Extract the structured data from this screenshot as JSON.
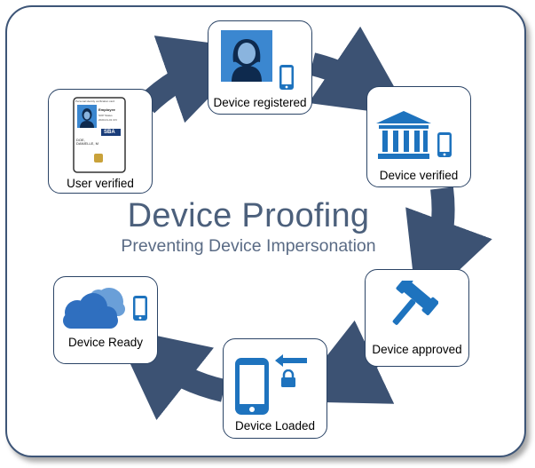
{
  "diagram": {
    "title": "Device Proofing",
    "subtitle": "Preventing Device Impersonation",
    "steps": [
      {
        "label": "Device registered",
        "icon": "user-portrait-phone-icon"
      },
      {
        "label": "Device verified",
        "icon": "bank-building-phone-icon"
      },
      {
        "label": "Device approved",
        "icon": "gavel-icon"
      },
      {
        "label": "Device Loaded",
        "icon": "phone-lock-arrow-icon"
      },
      {
        "label": "Device Ready",
        "icon": "cloud-phone-icon"
      },
      {
        "label": "User verified",
        "icon": "id-badge-icon"
      }
    ],
    "id_card": {
      "header": "Personal identity verification card",
      "org": "Employee",
      "sub1": "SOP Status",
      "sub2": "2020-01-01 CIV",
      "logo": "SBA",
      "name": "DOE,\nDANIELLE, M"
    },
    "colors": {
      "arrow": "#3c5273",
      "frame": "#3d5577",
      "accent_blue": "#1e73be",
      "title_text": "#4c607c"
    }
  }
}
